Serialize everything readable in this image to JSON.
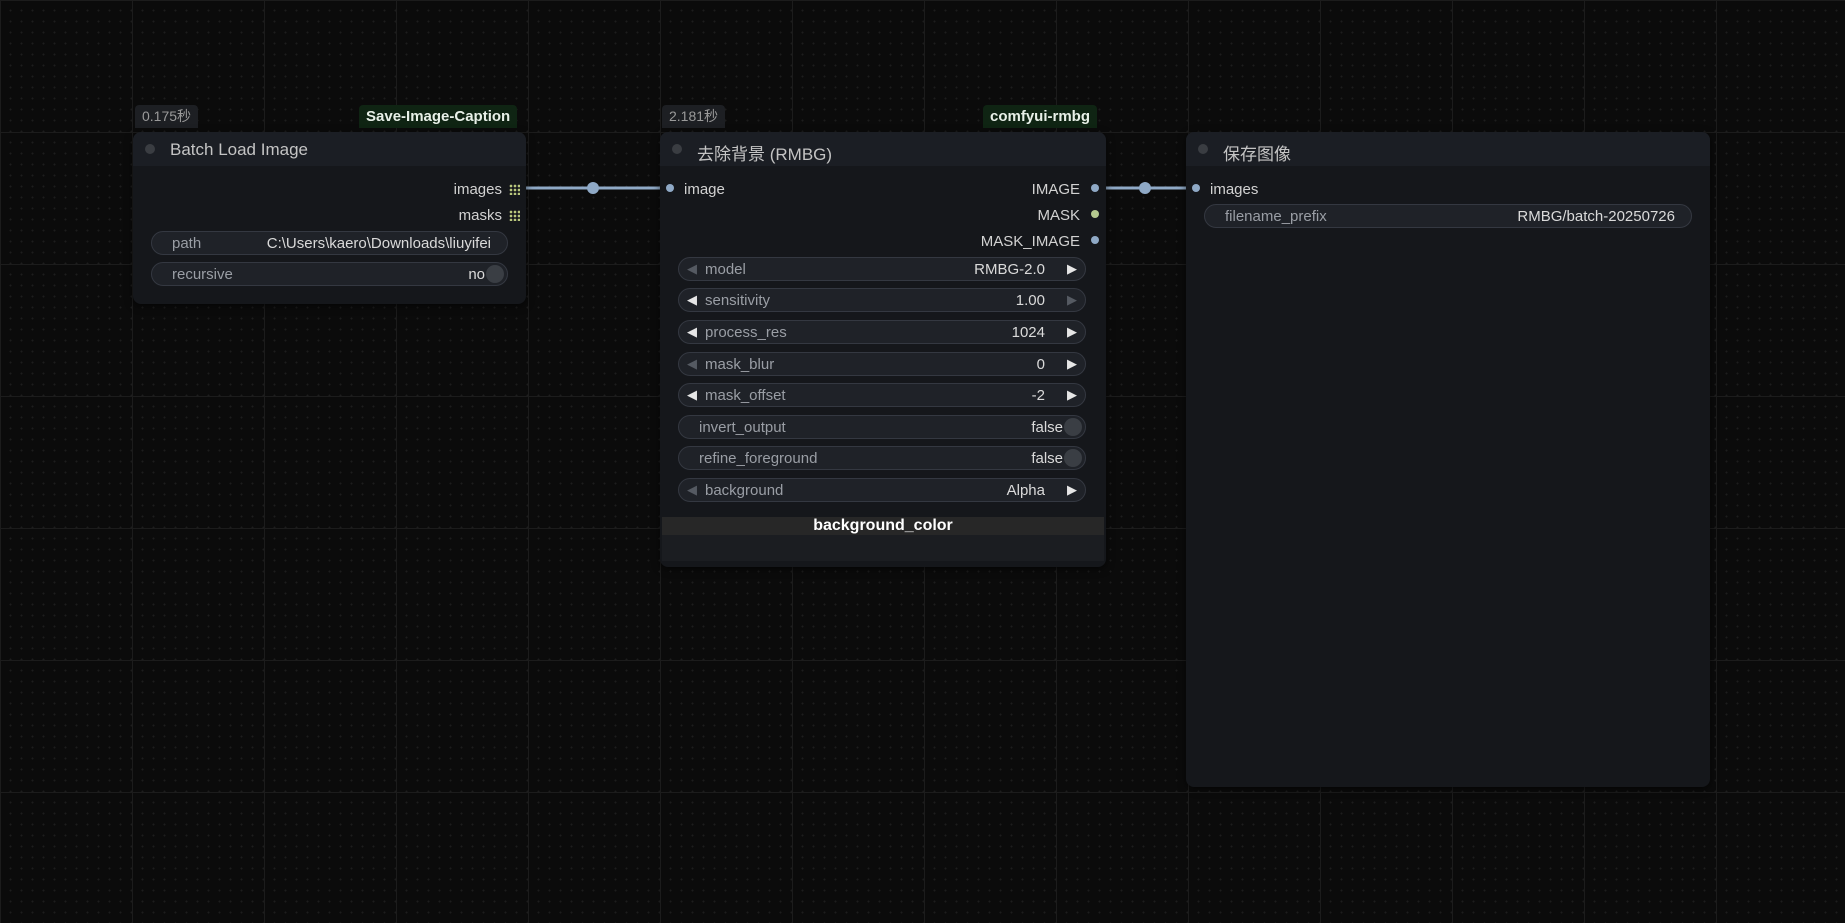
{
  "nodes": {
    "batch_load": {
      "time": "0.175秒",
      "source": "Save-Image-Caption",
      "title": "Batch Load Image",
      "outputs": [
        "images",
        "masks"
      ],
      "widgets": {
        "path": {
          "label": "path",
          "value": "C:\\Users\\kaero\\Downloads\\liuyifei"
        },
        "recursive": {
          "label": "recursive",
          "value": "no"
        }
      }
    },
    "rmbg": {
      "time": "2.181秒",
      "source": "comfyui-rmbg",
      "title": "去除背景 (RMBG)",
      "input": "image",
      "outputs": [
        "IMAGE",
        "MASK",
        "MASK_IMAGE"
      ],
      "widgets": {
        "model": {
          "label": "model",
          "value": "RMBG-2.0"
        },
        "sensitivity": {
          "label": "sensitivity",
          "value": "1.00"
        },
        "process_res": {
          "label": "process_res",
          "value": "1024"
        },
        "mask_blur": {
          "label": "mask_blur",
          "value": "0"
        },
        "mask_offset": {
          "label": "mask_offset",
          "value": "-2"
        },
        "invert_output": {
          "label": "invert_output",
          "value": "false"
        },
        "refine_foreground": {
          "label": "refine_foreground",
          "value": "false"
        },
        "background": {
          "label": "background",
          "value": "Alpha"
        }
      },
      "background_color_label": "background_color"
    },
    "save_image": {
      "title": "保存图像",
      "input": "images",
      "widgets": {
        "filename_prefix": {
          "label": "filename_prefix",
          "value": "RMBG/batch-20250726"
        }
      }
    }
  },
  "colors": {
    "canvas_bg": "#0b0b0b",
    "node_bg": "#15171b",
    "wire": "#8fa9c6",
    "source_badge_bg": "#0f2413"
  }
}
